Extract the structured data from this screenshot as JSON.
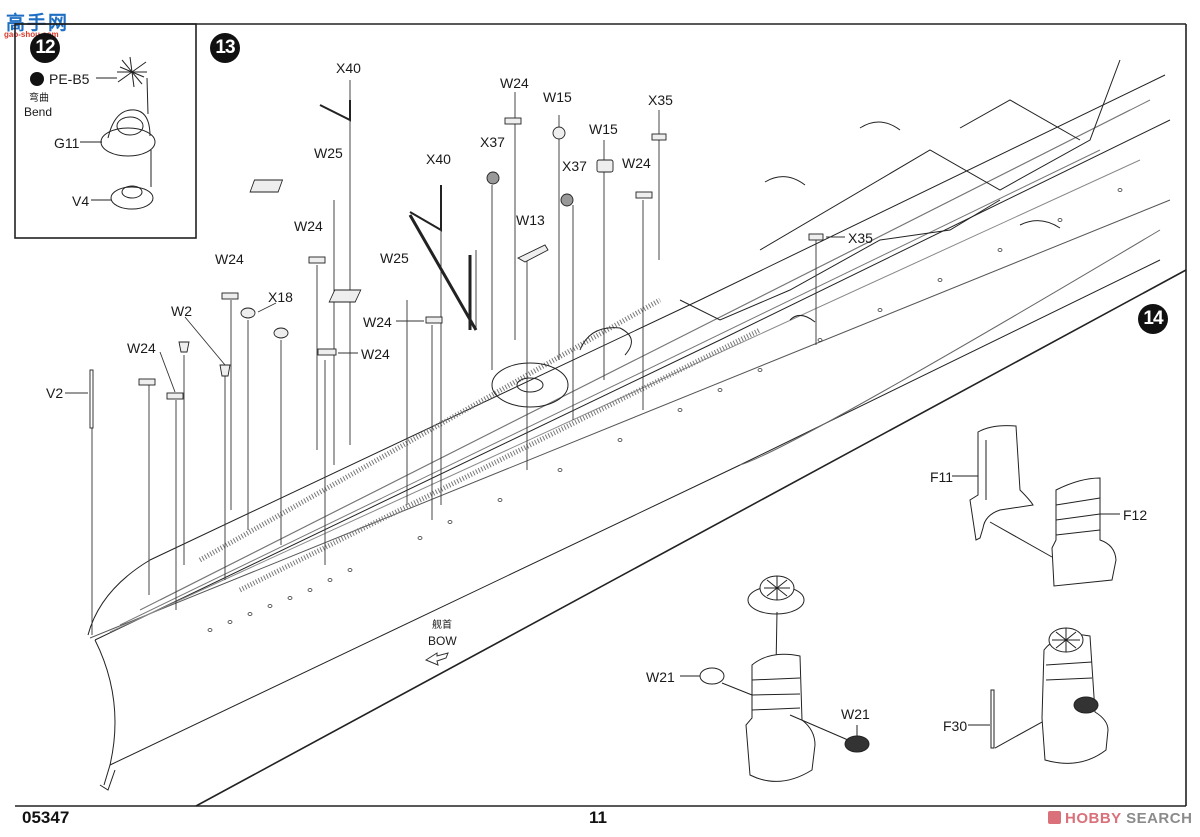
{
  "watermark_top": {
    "text": "高手网",
    "sub": "gao-shou.com"
  },
  "watermark_bottom": {
    "brand_a": "HOBBY",
    "brand_b": " SEARCH",
    "logo": "hobby-search-logo-icon"
  },
  "footer": {
    "product_code": "05347",
    "page_number": "11"
  },
  "step12": {
    "number": "12",
    "bend_icon": "bend-icon",
    "bend_cn": "弯曲",
    "bend_en": "Bend",
    "parts": [
      "PE-B5",
      "G11",
      "V4"
    ]
  },
  "step13": {
    "number": "13",
    "bow_cn": "舰首",
    "bow_en": "BOW",
    "bow_arrow_icon": "bow-direction-arrow-icon",
    "labels": {
      "x40_a": "X40",
      "x40_b": "X40",
      "w24_top": "W24",
      "w15_a": "W15",
      "w15_b": "W15",
      "x35_a": "X35",
      "x35_b": "X35",
      "x37_a": "X37",
      "x37_b": "X37",
      "w24_mid_right": "W24",
      "w25_a": "W25",
      "w25_b": "W25",
      "w13": "W13",
      "w24_left_mid": "W24",
      "w24_far_left": "W24",
      "w24_c": "W24",
      "w24_d": "W24",
      "w2": "W2",
      "x18": "X18",
      "w24_lower_left": "W24",
      "v2": "V2"
    }
  },
  "step14": {
    "number": "14",
    "parts": [
      "F11",
      "F12",
      "W21",
      "W21",
      "F30"
    ]
  }
}
